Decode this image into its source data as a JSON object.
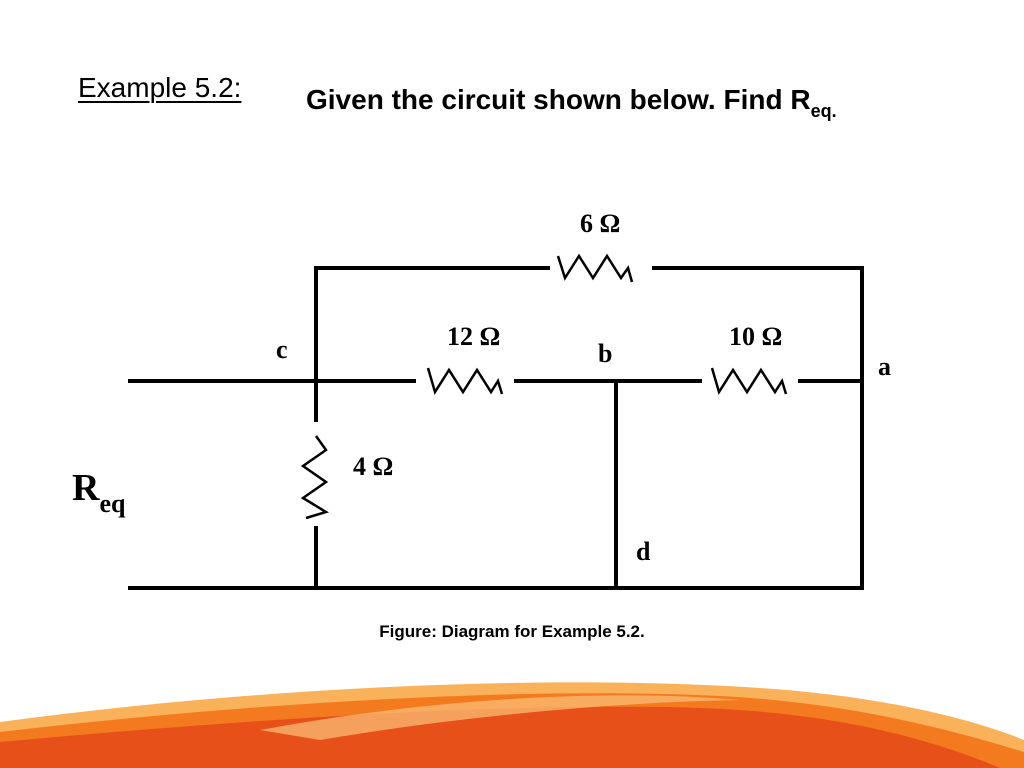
{
  "slide": {
    "heading": "Example 5.2:",
    "instruction": "Given the circuit shown below.  Find R",
    "instruction_sub": "eq.",
    "caption": "Figure:  Diagram for Example 5.2."
  },
  "circuit": {
    "resistors": [
      {
        "id": "r6",
        "label": "6 Ω"
      },
      {
        "id": "r12",
        "label": "12 Ω"
      },
      {
        "id": "r10",
        "label": "10 Ω"
      },
      {
        "id": "r4",
        "label": "4 Ω"
      }
    ],
    "nodes": {
      "a": "a",
      "b": "b",
      "c": "c",
      "d": "d"
    },
    "req": {
      "symbol": "R",
      "sub": "eq"
    }
  },
  "colors": {
    "background": "#ffffff",
    "ink": "#000000",
    "swoosh_dark": "#e8501a",
    "swoosh_mid": "#f47a20",
    "swoosh_light": "#f9a64a"
  }
}
